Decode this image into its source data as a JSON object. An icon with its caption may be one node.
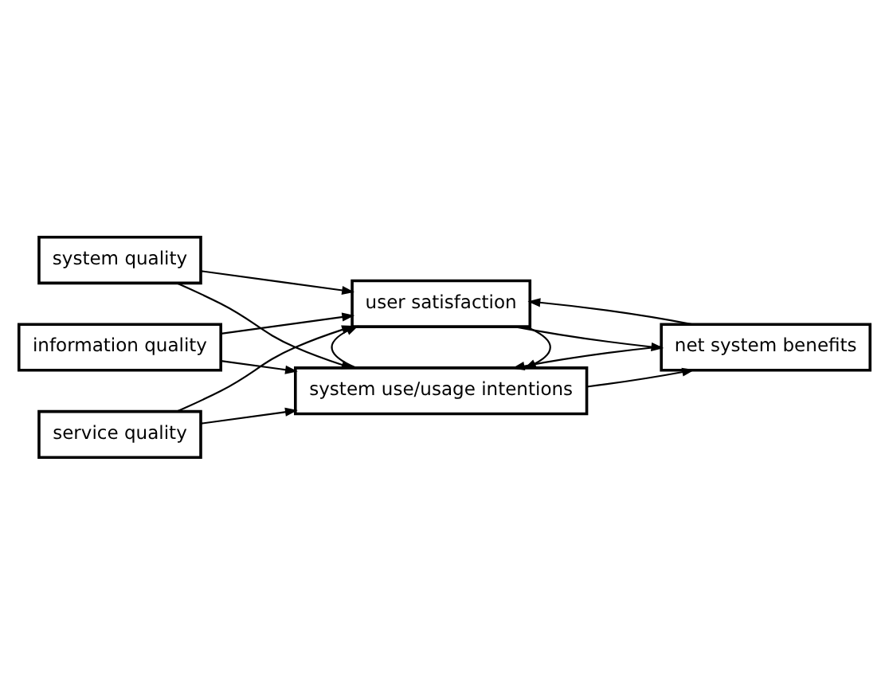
{
  "diagram": {
    "nodes": [
      {
        "text": [
          "system quality"
        ]
      },
      {
        "text": [
          "information quality"
        ]
      },
      {
        "text": [
          "service quality"
        ]
      },
      {
        "text": [
          "system use/usage intentions"
        ]
      },
      {
        "text": [
          "user satisfaction"
        ]
      },
      {
        "text": [
          "net system benefits"
        ]
      }
    ],
    "edges": [
      {
        "from": 0,
        "to": 3,
        "arrow": "to"
      },
      {
        "from": 0,
        "to": 4,
        "arrow": "to"
      },
      {
        "from": 1,
        "to": 3,
        "arrow": "to"
      },
      {
        "from": 1,
        "to": 4,
        "arrow": "to"
      },
      {
        "from": 2,
        "to": 3,
        "arrow": "to"
      },
      {
        "from": 2,
        "to": 4,
        "arrow": "to"
      },
      {
        "from": 4,
        "to": 3,
        "arrow": "to"
      },
      {
        "from": 3,
        "to": 4,
        "arrow": "to"
      },
      {
        "from": 3,
        "to": 5,
        "arrow": "to"
      },
      {
        "from": 4,
        "to": 5,
        "arrow": "to"
      },
      {
        "from": 5,
        "to": 3,
        "arrow": "to"
      },
      {
        "from": 5,
        "to": 4,
        "arrow": "to"
      }
    ]
  }
}
